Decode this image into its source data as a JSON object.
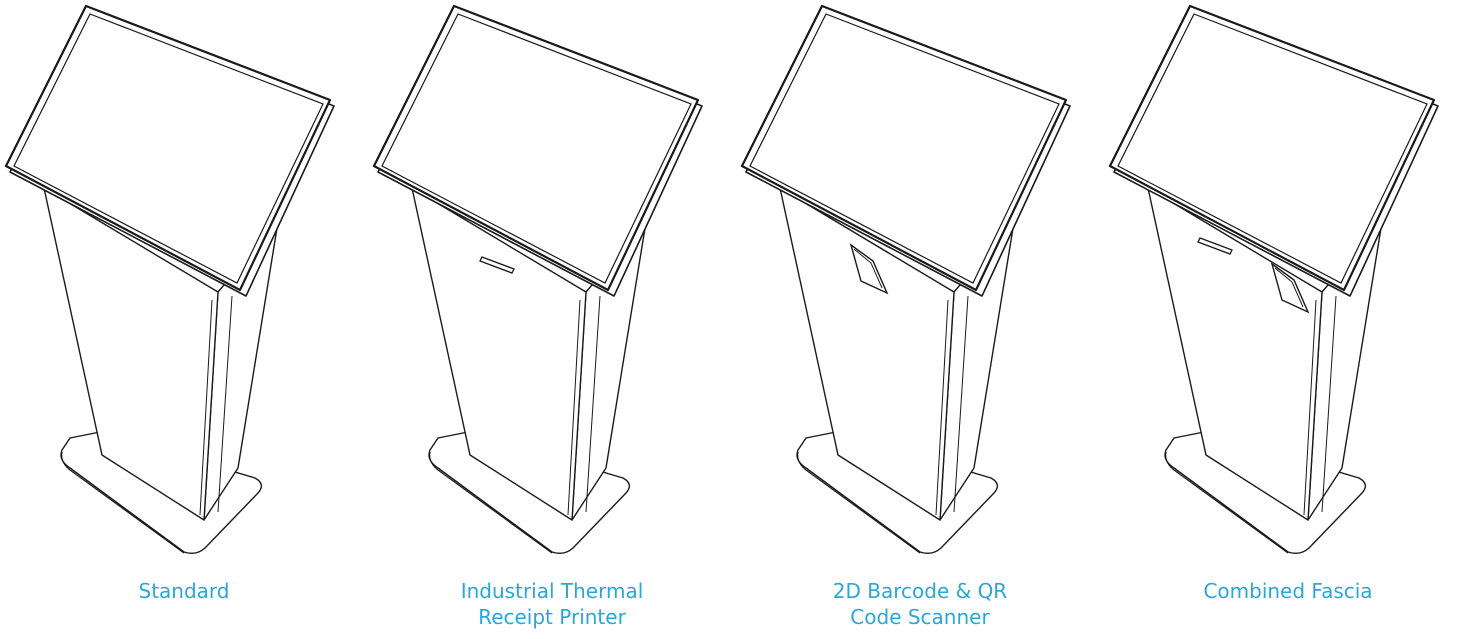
{
  "kiosks": [
    {
      "caption": [
        "Standard"
      ],
      "variant": "standard"
    },
    {
      "caption": [
        "Industrial Thermal",
        "Receipt Printer"
      ],
      "variant": "printer"
    },
    {
      "caption": [
        "2D Barcode &  QR",
        "Code Scanner"
      ],
      "variant": "scanner"
    },
    {
      "caption": [
        "Combined Fascia"
      ],
      "variant": "combined"
    }
  ],
  "colors": {
    "caption": "#2aa7d9",
    "line": "#1a1a1a",
    "background": "#ffffff"
  }
}
